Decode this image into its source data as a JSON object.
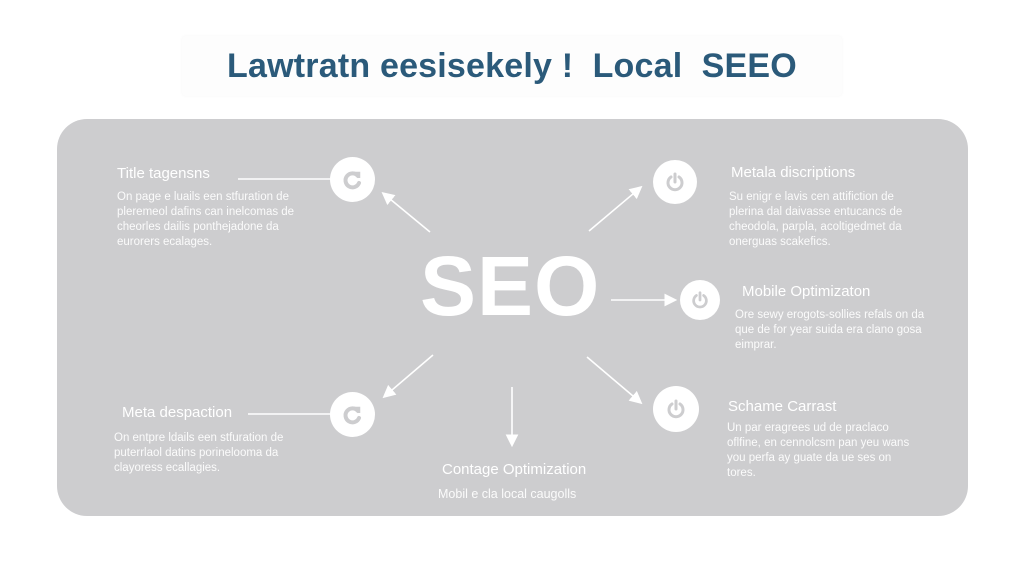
{
  "header": {
    "title": "Lawtratn eesisekely !  Local  SEEO",
    "title_color": "#2b5a7a"
  },
  "diagram": {
    "center_label": "SEO",
    "card_color": "#cdcdcf",
    "nodes": [
      {
        "id": "title-tags",
        "title": "Title tagensns",
        "description": "On page e luails een stfuration de pleremeol dafins can inelcomas de cheorles dailis ponthejadone da eurorers ecalages.",
        "icon": "refresh-icon"
      },
      {
        "id": "meta-descriptions",
        "title": "Metala discriptions",
        "description": "Su enigr e lavis cen attifiction de plerina dal daivasse entucancs de cheodola, parpla, acoltigedmet da onerguas scakefics.",
        "icon": "power-icon"
      },
      {
        "id": "mobile-optimization",
        "title": "Mobile Optimizaton",
        "description": "Ore sewy erogots-sollies refals on da que de for year suida era clano gosa eimprar.",
        "icon": "power-icon"
      },
      {
        "id": "meta-despaction",
        "title": "Meta despaction",
        "description": "On entpre ldails een stfuration de puterrlaol datins porinelooma da clayoress ecallagies.",
        "icon": "refresh-icon"
      },
      {
        "id": "schema-contrast",
        "title": "Schame Carrast",
        "description": "Un par eragrees ud de praclaco oflfine, en cennolcsm pan yeu wans you perfa ay guate da ue ses on tores.",
        "icon": "power-icon"
      },
      {
        "id": "content-optimization",
        "title": "Contage Optimization",
        "description": "Mobil e cla local caugolls",
        "icon": ""
      }
    ]
  }
}
